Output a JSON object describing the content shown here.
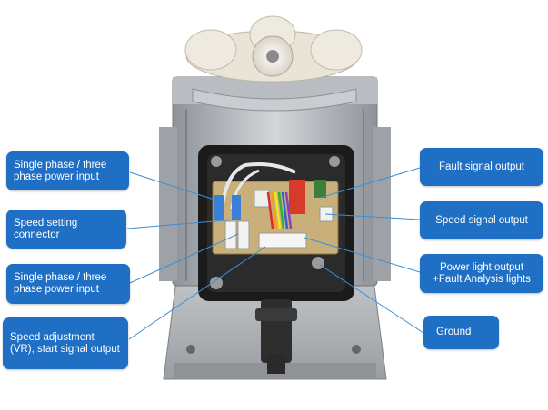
{
  "callouts_left": [
    {
      "text": "Single phase / three phase power input"
    },
    {
      "text": "Speed setting connector"
    },
    {
      "text": "Single phase / three phase power input"
    },
    {
      "text": "Speed adjustment (VR), start signal output"
    }
  ],
  "callouts_right": [
    {
      "text": "Fault signal output"
    },
    {
      "text": "Speed signal output"
    },
    {
      "text": "Power light output +Fault Analysis lights"
    },
    {
      "text": "Ground"
    }
  ],
  "colors": {
    "callout": "#1f6fc4",
    "leader": "#3a8fd8",
    "housing": "#a9adb2",
    "terminal_box": "#1b1b1b",
    "pcb": "#c9b07a"
  }
}
